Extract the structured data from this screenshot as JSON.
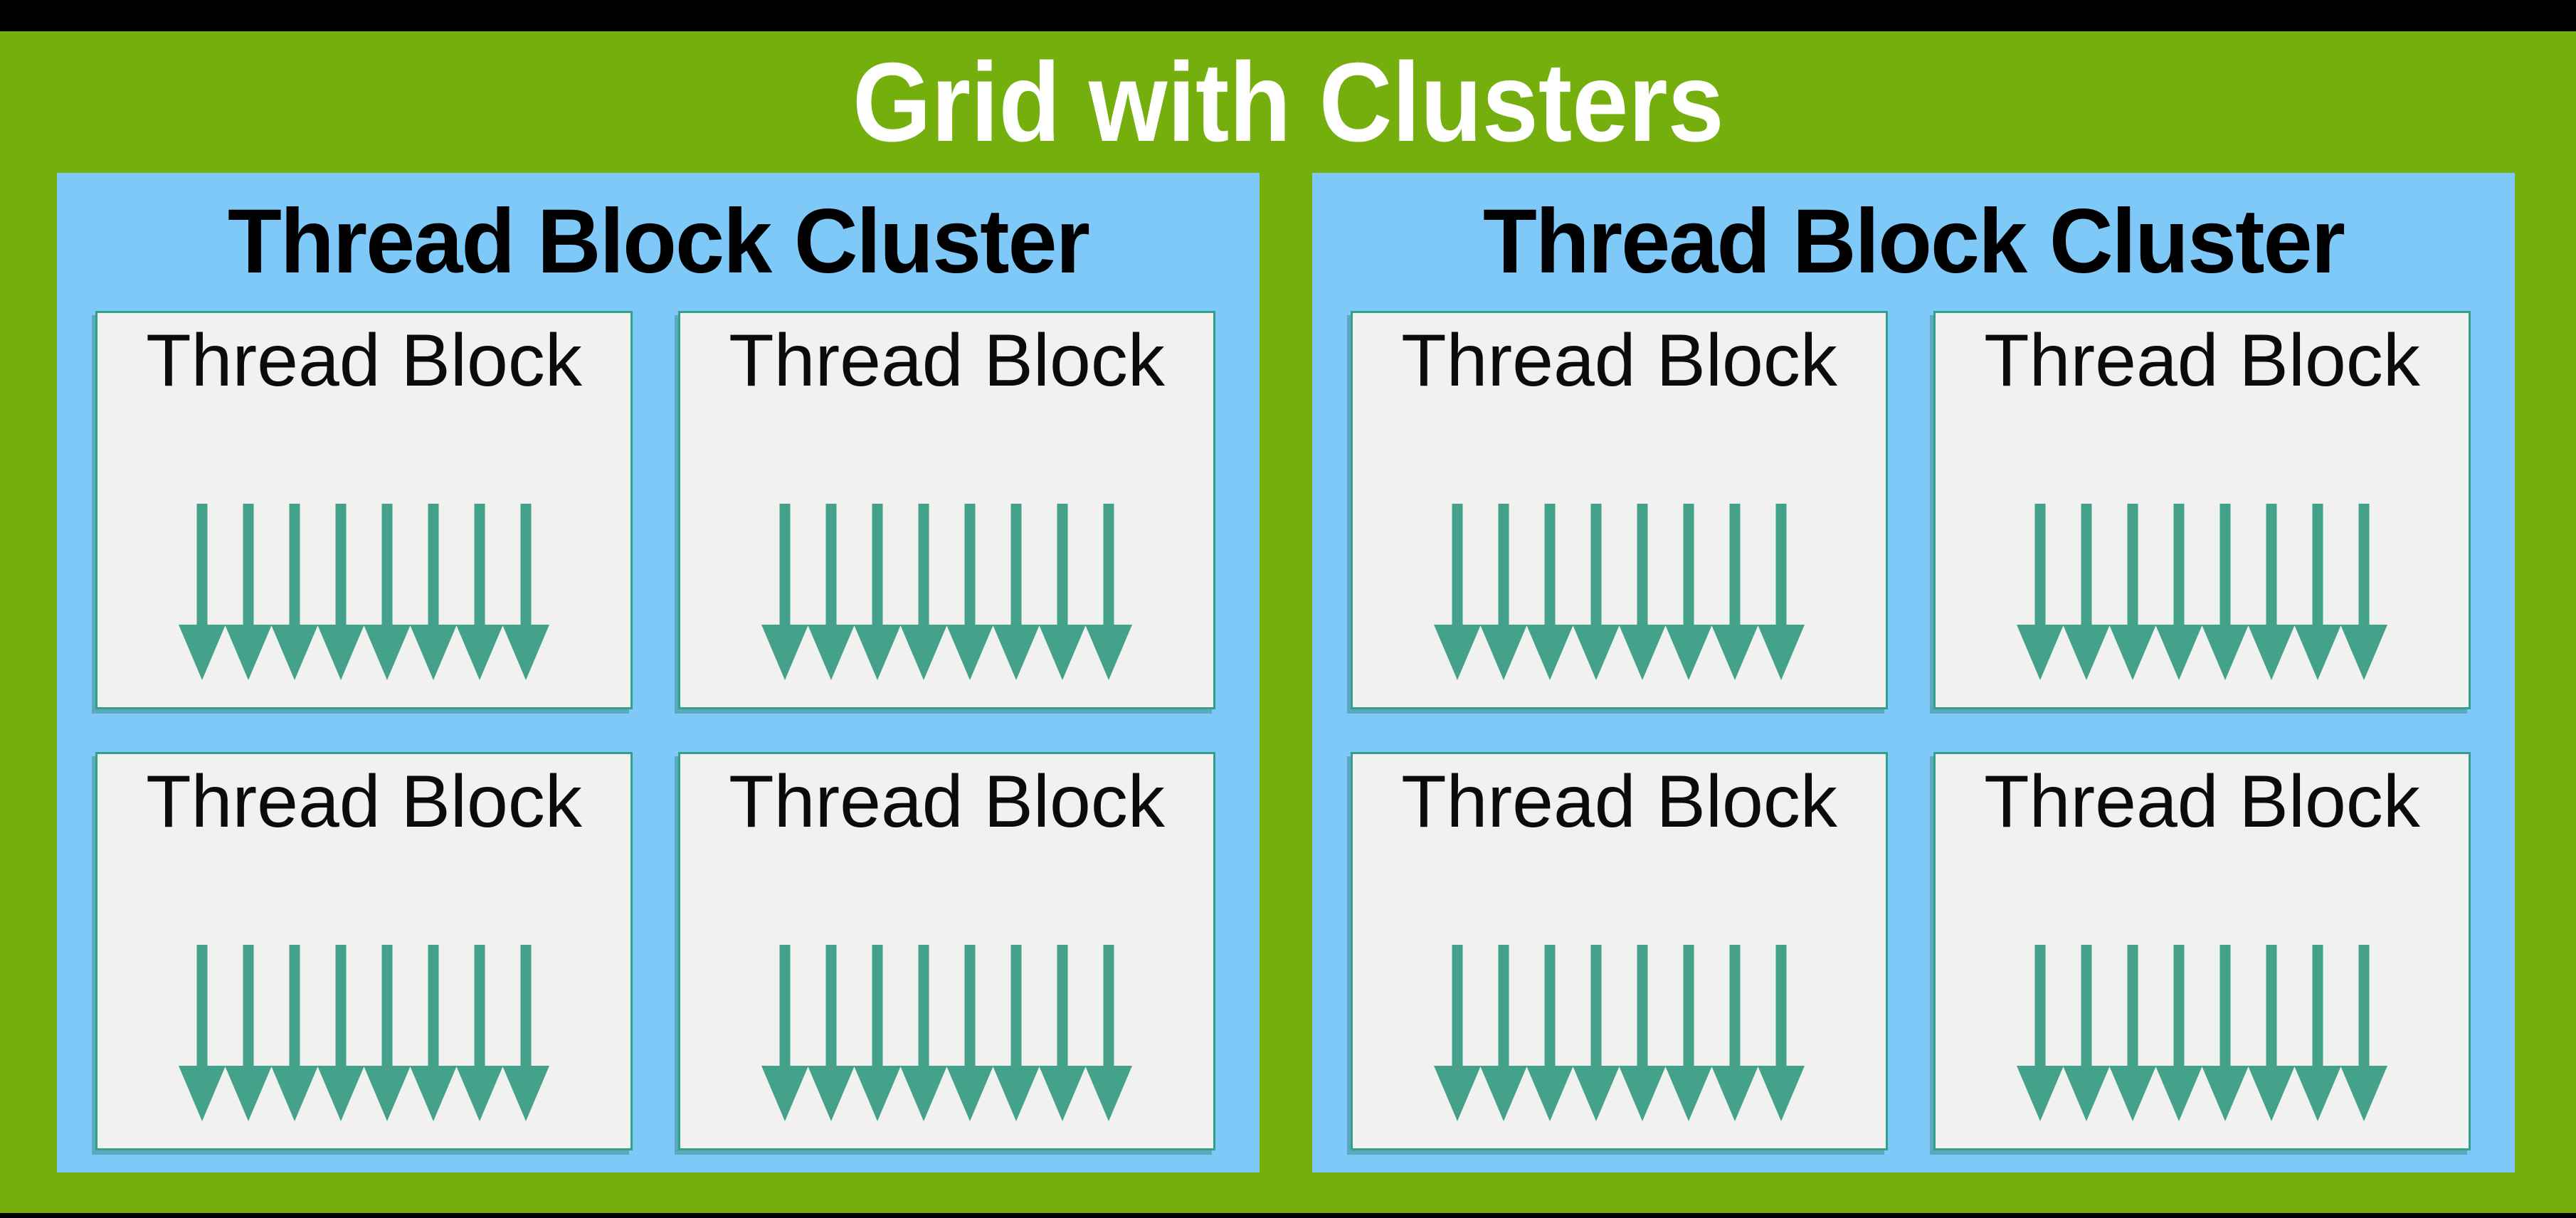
{
  "title": "Grid with Clusters",
  "clusters": [
    {
      "heading": "Thread Block Cluster",
      "blocks": [
        {
          "label": "Thread Block",
          "threads": 8
        },
        {
          "label": "Thread Block",
          "threads": 8
        },
        {
          "label": "Thread Block",
          "threads": 8
        },
        {
          "label": "Thread Block",
          "threads": 8
        }
      ]
    },
    {
      "heading": "Thread Block Cluster",
      "blocks": [
        {
          "label": "Thread Block",
          "threads": 8
        },
        {
          "label": "Thread Block",
          "threads": 8
        },
        {
          "label": "Thread Block",
          "threads": 8
        },
        {
          "label": "Thread Block",
          "threads": 8
        }
      ]
    }
  ],
  "icons": {
    "thread_arrow": "down-arrow"
  },
  "colors": {
    "background_green": "#75AF0D",
    "cluster_blue": "#7FC9F8",
    "block_fill": "#F1F1F0",
    "arrow_teal": "#44A28A",
    "block_border": "#35A089",
    "title_white": "#FFFFFF",
    "letterbox_black": "#000000",
    "heading_black": "#000000"
  }
}
